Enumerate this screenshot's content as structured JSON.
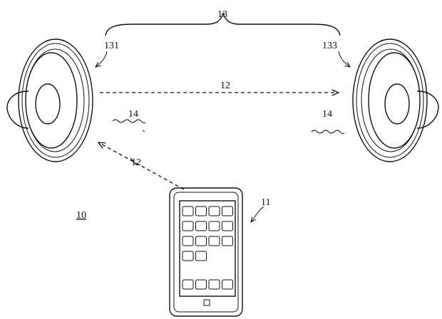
{
  "figure": {
    "labels": {
      "system": "10",
      "phone": "11",
      "signal_top": "12",
      "signal_left": "12",
      "speaker_group": "13",
      "speaker_left": "131",
      "speaker_right": "133",
      "wave_left": "14",
      "wave_right": "14"
    },
    "phone_app_rows": [
      4,
      4,
      4,
      2
    ],
    "phone_dock_icons": 4
  }
}
